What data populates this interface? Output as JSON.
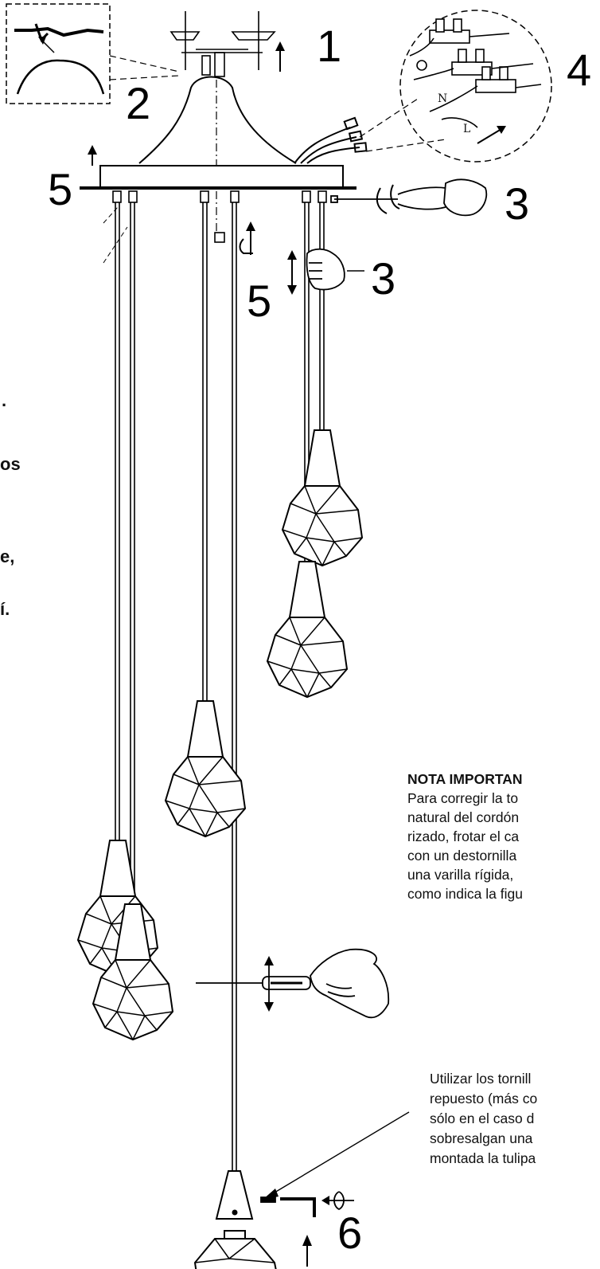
{
  "step_labels": {
    "step1": "1",
    "step2": "2",
    "step3_top": "3",
    "step3_hand": "3",
    "step4": "4",
    "step5_left": "5",
    "step5_mid": "5",
    "step6": "6"
  },
  "wire_labels": {
    "n": "N",
    "l": "L"
  },
  "left_fragments": [
    ".",
    "os",
    "e,",
    "í."
  ],
  "note": {
    "title": "NOTA IMPORTAN",
    "lines": [
      "Para corregir la to",
      "natural del cordón",
      "rizado, frotar el ca",
      "con un destornilla",
      "una varilla rígida,",
      "como indica la figu"
    ]
  },
  "screws_note": {
    "lines": [
      "Utilizar los tornill",
      "repuesto (más co",
      "sólo en el caso d",
      "sobresalgan una",
      "montada la tulipa"
    ]
  },
  "icons": [
    "pendant-lamp-icon",
    "hand-icon",
    "screwdriver-icon",
    "rotate-icon",
    "arrow-up-icon"
  ]
}
